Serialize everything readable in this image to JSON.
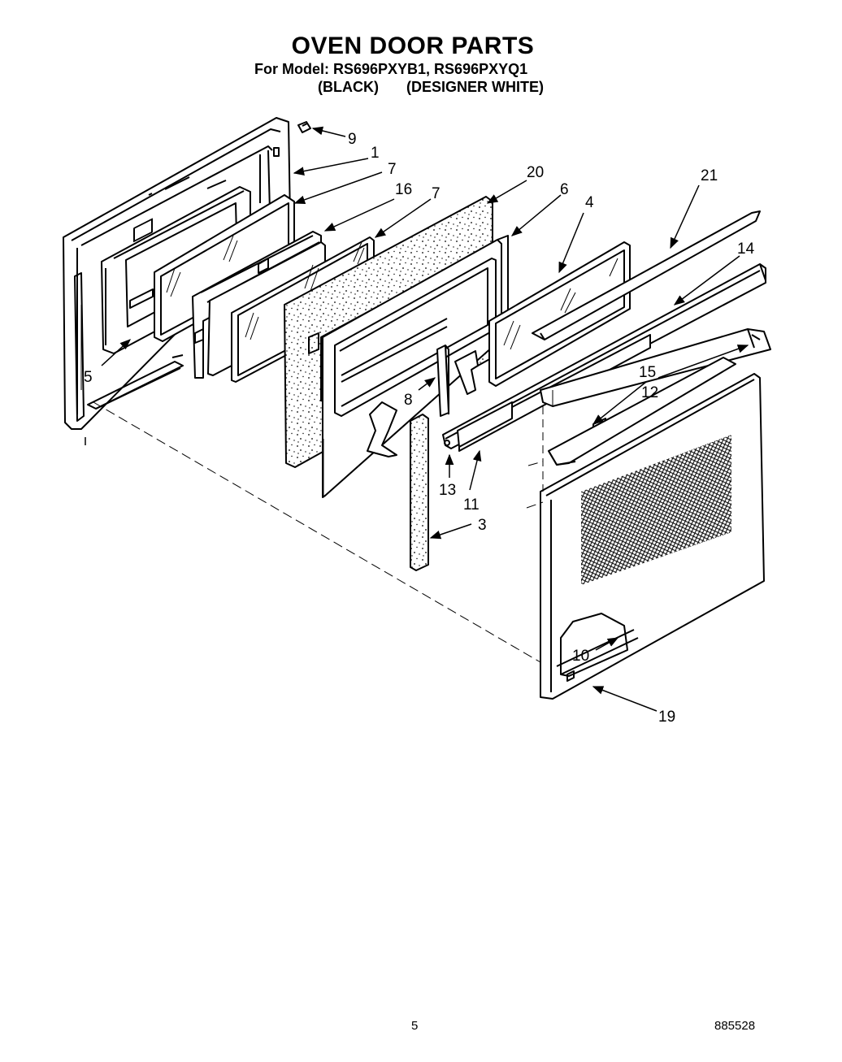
{
  "header": {
    "title": "OVEN DOOR PARTS",
    "model_line": "For Model: RS696PXYB1, RS696PXYQ1",
    "color_black": "(BLACK)",
    "color_white": "(DESIGNER WHITE)"
  },
  "callouts": {
    "c1": "1",
    "c3": "3",
    "c4": "4",
    "c5": "5",
    "c6": "6",
    "c7a": "7",
    "c7b": "7",
    "c8": "8",
    "c9": "9",
    "c10": "10",
    "c11": "11",
    "c12": "12",
    "c13": "13",
    "c14": "14",
    "c15": "15",
    "c16": "16",
    "c19": "19",
    "c20": "20",
    "c21": "21"
  },
  "footer": {
    "page_number": "5",
    "doc_number": "885528"
  }
}
